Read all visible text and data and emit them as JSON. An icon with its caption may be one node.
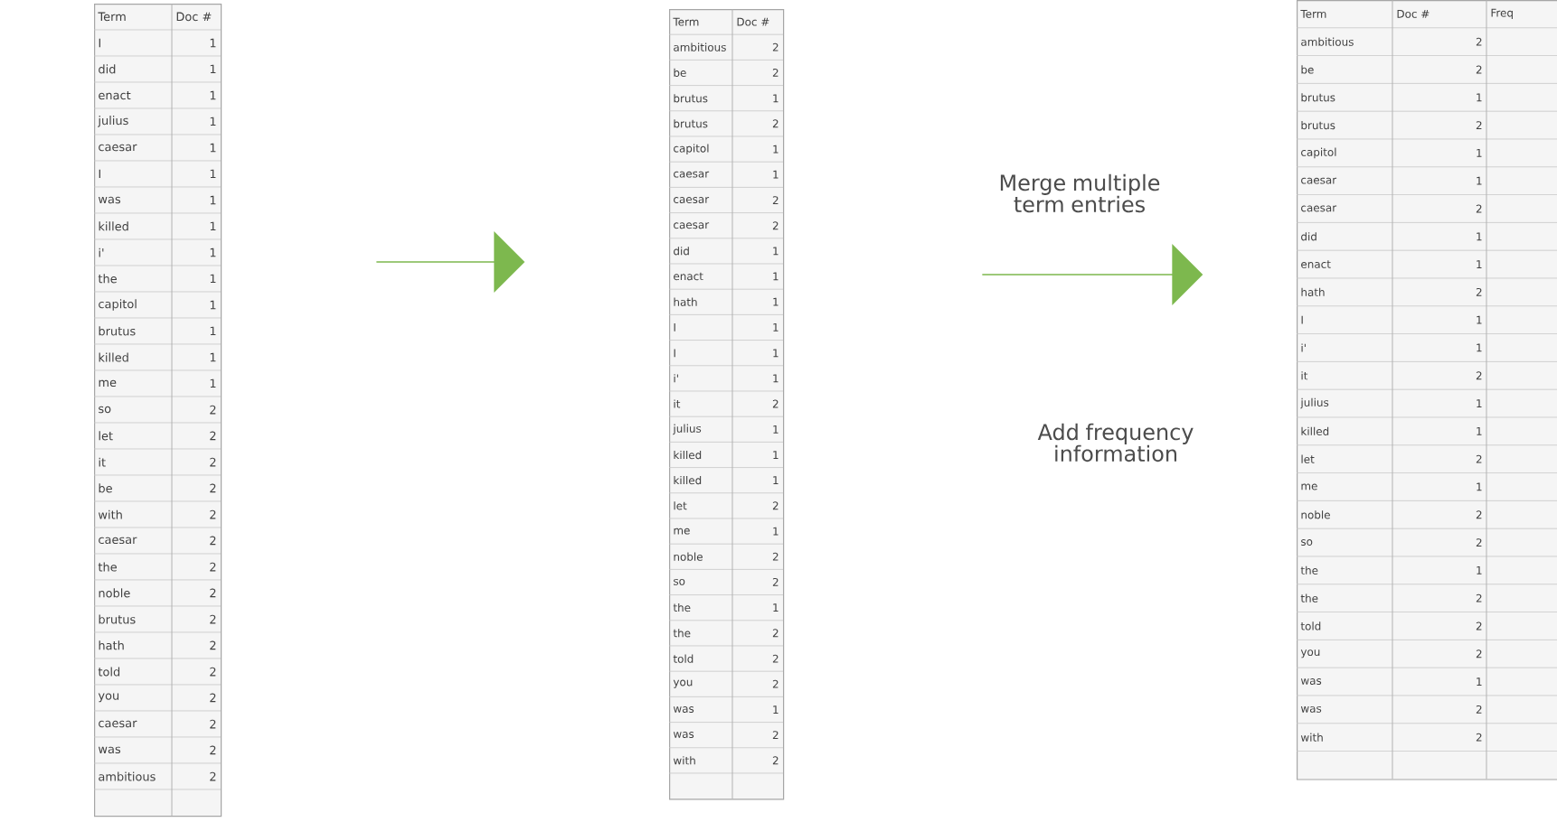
{
  "diagram": {
    "nodes": [
      {
        "text": [],
        "shape": "table"
      },
      {
        "text": [],
        "shape": "arrow"
      },
      {
        "text": [],
        "shape": "table"
      },
      {
        "text": [],
        "shape": "arrow"
      },
      {
        "text": [],
        "shape": "table"
      }
    ],
    "labels": [
      "Term",
      "Doc #",
      "I",
      "1",
      "did",
      "1",
      "enact",
      "1",
      "julius",
      "1",
      "caesar",
      "1",
      "I",
      "1",
      "was",
      "1",
      "killed",
      "1",
      "i'",
      "1",
      "the",
      "1",
      "capitol",
      "1",
      "brutus",
      "1",
      "killed",
      "1",
      "me",
      "1",
      "so",
      "2",
      "let",
      "2",
      "it",
      "2",
      "be",
      "2",
      "with",
      "2",
      "caesar",
      "2",
      "the",
      "2",
      "noble",
      "2",
      "brutus",
      "2",
      "hath",
      "2",
      "told",
      "2",
      "you",
      "2",
      "caesar",
      "2",
      "was",
      "2",
      "ambitious",
      "2",
      "Term",
      "Doc #",
      "ambitious",
      "2",
      "be",
      "2",
      "brutus",
      "1",
      "brutus",
      "2",
      "capitol",
      "1",
      "caesar",
      "1",
      "caesar",
      "2",
      "caesar",
      "2",
      "did",
      "1",
      "enact",
      "1",
      "hath",
      "1",
      "I",
      "1",
      "I",
      "1",
      "i'",
      "1",
      "it",
      "2",
      "julius",
      "1",
      "killed",
      "1",
      "killed",
      "1",
      "let",
      "2",
      "me",
      "1",
      "noble",
      "2",
      "so",
      "2",
      "the",
      "1",
      "the",
      "2",
      "told",
      "2",
      "you",
      "2",
      "was",
      "1",
      "was",
      "2",
      "with",
      "2",
      "Merge multiple term entries",
      "Add frequency information",
      "Term",
      "Doc #",
      "Freq",
      "ambitious",
      "2",
      "be",
      "2",
      "brutus",
      "1",
      "brutus",
      "2",
      "capitol",
      "1",
      "caesar",
      "1",
      "caesar",
      "2",
      "did",
      "1",
      "enact",
      "1",
      "hath",
      "2",
      "I",
      "1",
      "i'",
      "1",
      "it",
      "2",
      "julius",
      "1",
      "killed",
      "1",
      "let",
      "2",
      "me",
      "1",
      "noble",
      "2",
      "so",
      "2",
      "the",
      "1",
      "the",
      "2",
      "told",
      "2",
      "you",
      "2",
      "was",
      "1",
      "was",
      "2",
      "with",
      "2"
    ]
  }
}
